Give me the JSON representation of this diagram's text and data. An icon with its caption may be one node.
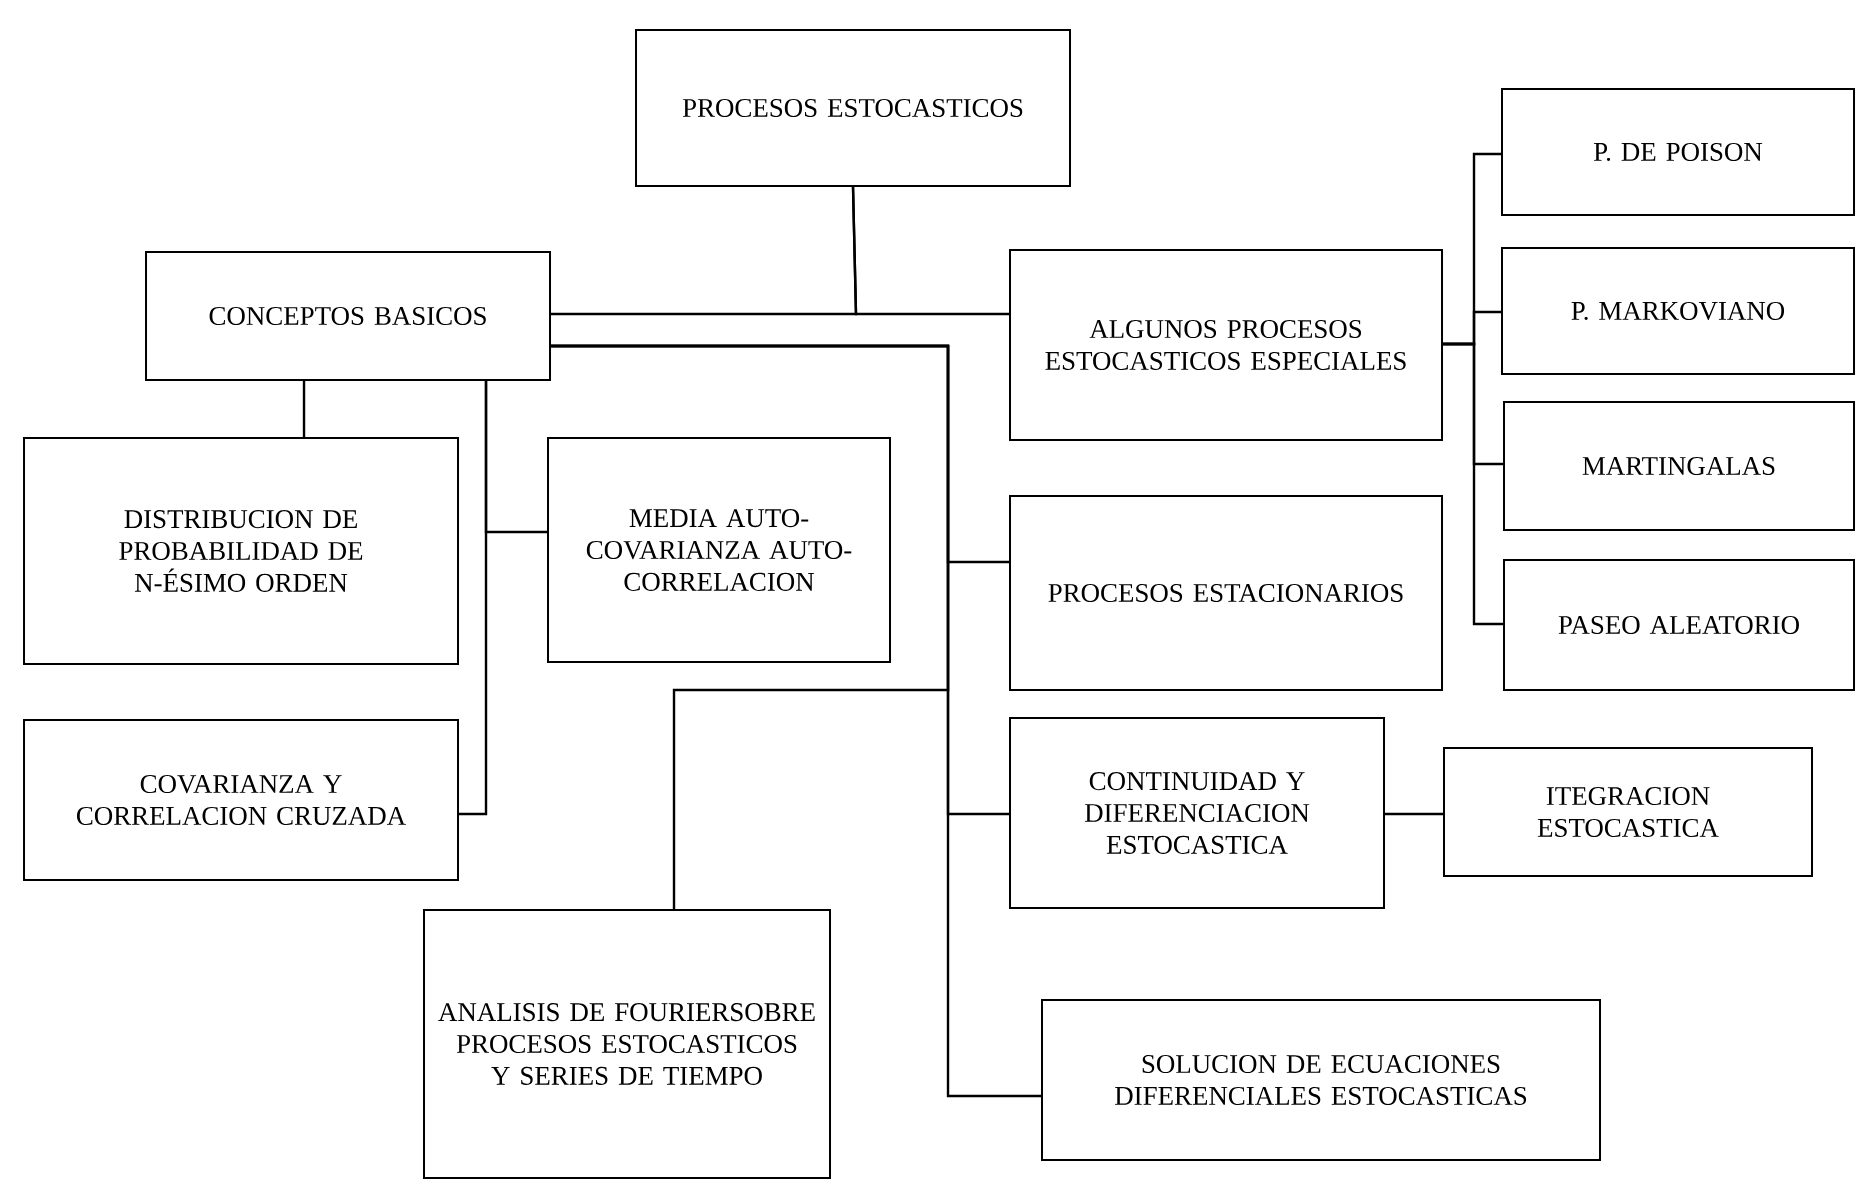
{
  "diagram": {
    "nodes": [
      {
        "text": [
          "PROCESOS ESTOCASTICOS"
        ]
      },
      {
        "text": [
          "CONCEPTOS BASICOS"
        ]
      },
      {
        "text": [
          "ALGUNOS PROCESOS ESTOCASTICOS ESPECIALES"
        ]
      },
      {
        "text": [
          "P. DE POISON"
        ]
      },
      {
        "text": [
          "P. MARKOVIANO"
        ]
      },
      {
        "text": [
          "MARTINGALAS"
        ]
      },
      {
        "text": [
          "PASEO ALEATORIO"
        ]
      },
      {
        "text": [
          "DISTRIBUCION DE PROBABILIDAD DE N-ÉSIMO ORDEN"
        ]
      },
      {
        "text": [
          "MEDIA AUTO-COVARIANZA AUTO-CORRELACION"
        ]
      },
      {
        "text": [
          "PROCESOS ESTACIONARIOS"
        ]
      },
      {
        "text": [
          "COVARIANZA Y CORRELACION CRUZADA"
        ]
      },
      {
        "text": [
          "CONTINUIDAD Y DIFERENCIACION ESTOCASTICA"
        ]
      },
      {
        "text": [
          "ITEGRACION ESTOCASTICA"
        ]
      },
      {
        "text": [
          "ANALISIS DE FOURIERSOBRE PROCESOS ESTOCASTICOS Y SERIES DE TIEMPO"
        ]
      },
      {
        "text": [
          "SOLUCION DE ECUACIONES DIFERENCIALES ESTOCASTICAS"
        ]
      }
    ],
    "edges": [
      {
        "from": 0,
        "to": 1,
        "arrow": "none"
      },
      {
        "from": 0,
        "to": 2,
        "arrow": "none"
      },
      {
        "from": 1,
        "to": 7,
        "arrow": "none"
      },
      {
        "from": 1,
        "to": 8,
        "arrow": "none"
      },
      {
        "from": 1,
        "to": 10,
        "arrow": "none"
      },
      {
        "from": 1,
        "to": 9,
        "arrow": "none"
      },
      {
        "from": 1,
        "to": 13,
        "arrow": "none"
      },
      {
        "from": 1,
        "to": 11,
        "arrow": "none"
      },
      {
        "from": 1,
        "to": 14,
        "arrow": "none"
      },
      {
        "from": 2,
        "to": 3,
        "arrow": "none"
      },
      {
        "from": 2,
        "to": 4,
        "arrow": "none"
      },
      {
        "from": 2,
        "to": 5,
        "arrow": "none"
      },
      {
        "from": 2,
        "to": 6,
        "arrow": "none"
      },
      {
        "from": 11,
        "to": 12,
        "arrow": "none"
      }
    ]
  }
}
